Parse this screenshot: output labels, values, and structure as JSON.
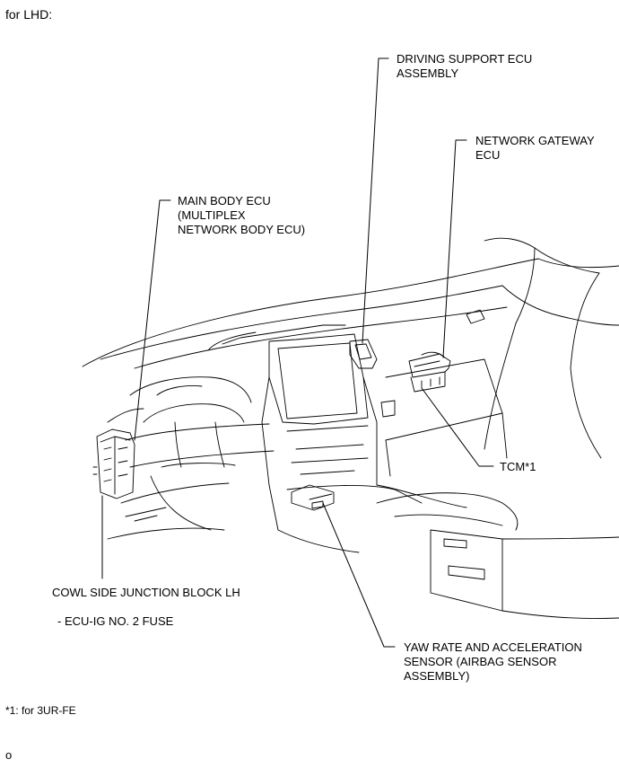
{
  "heading": "for LHD:",
  "labels": {
    "driving_support_line1": "DRIVING SUPPORT ECU",
    "driving_support_line2": "ASSEMBLY",
    "network_gateway_line1": "NETWORK GATEWAY",
    "network_gateway_line2": "ECU",
    "main_body_line1": "MAIN BODY ECU",
    "main_body_line2": "(MULTIPLEX",
    "main_body_line3": "NETWORK BODY ECU)",
    "tcm": "TCM*1",
    "cowl_side": "COWL SIDE JUNCTION BLOCK LH",
    "ecu_ig_fuse": "- ECU-IG NO. 2 FUSE",
    "yaw_line1": "YAW RATE AND ACCELERATION",
    "yaw_line2": "SENSOR (AIRBAG SENSOR",
    "yaw_line3": "ASSEMBLY)"
  },
  "footnote": "*1: for 3UR-FE",
  "corner_mark": "o"
}
